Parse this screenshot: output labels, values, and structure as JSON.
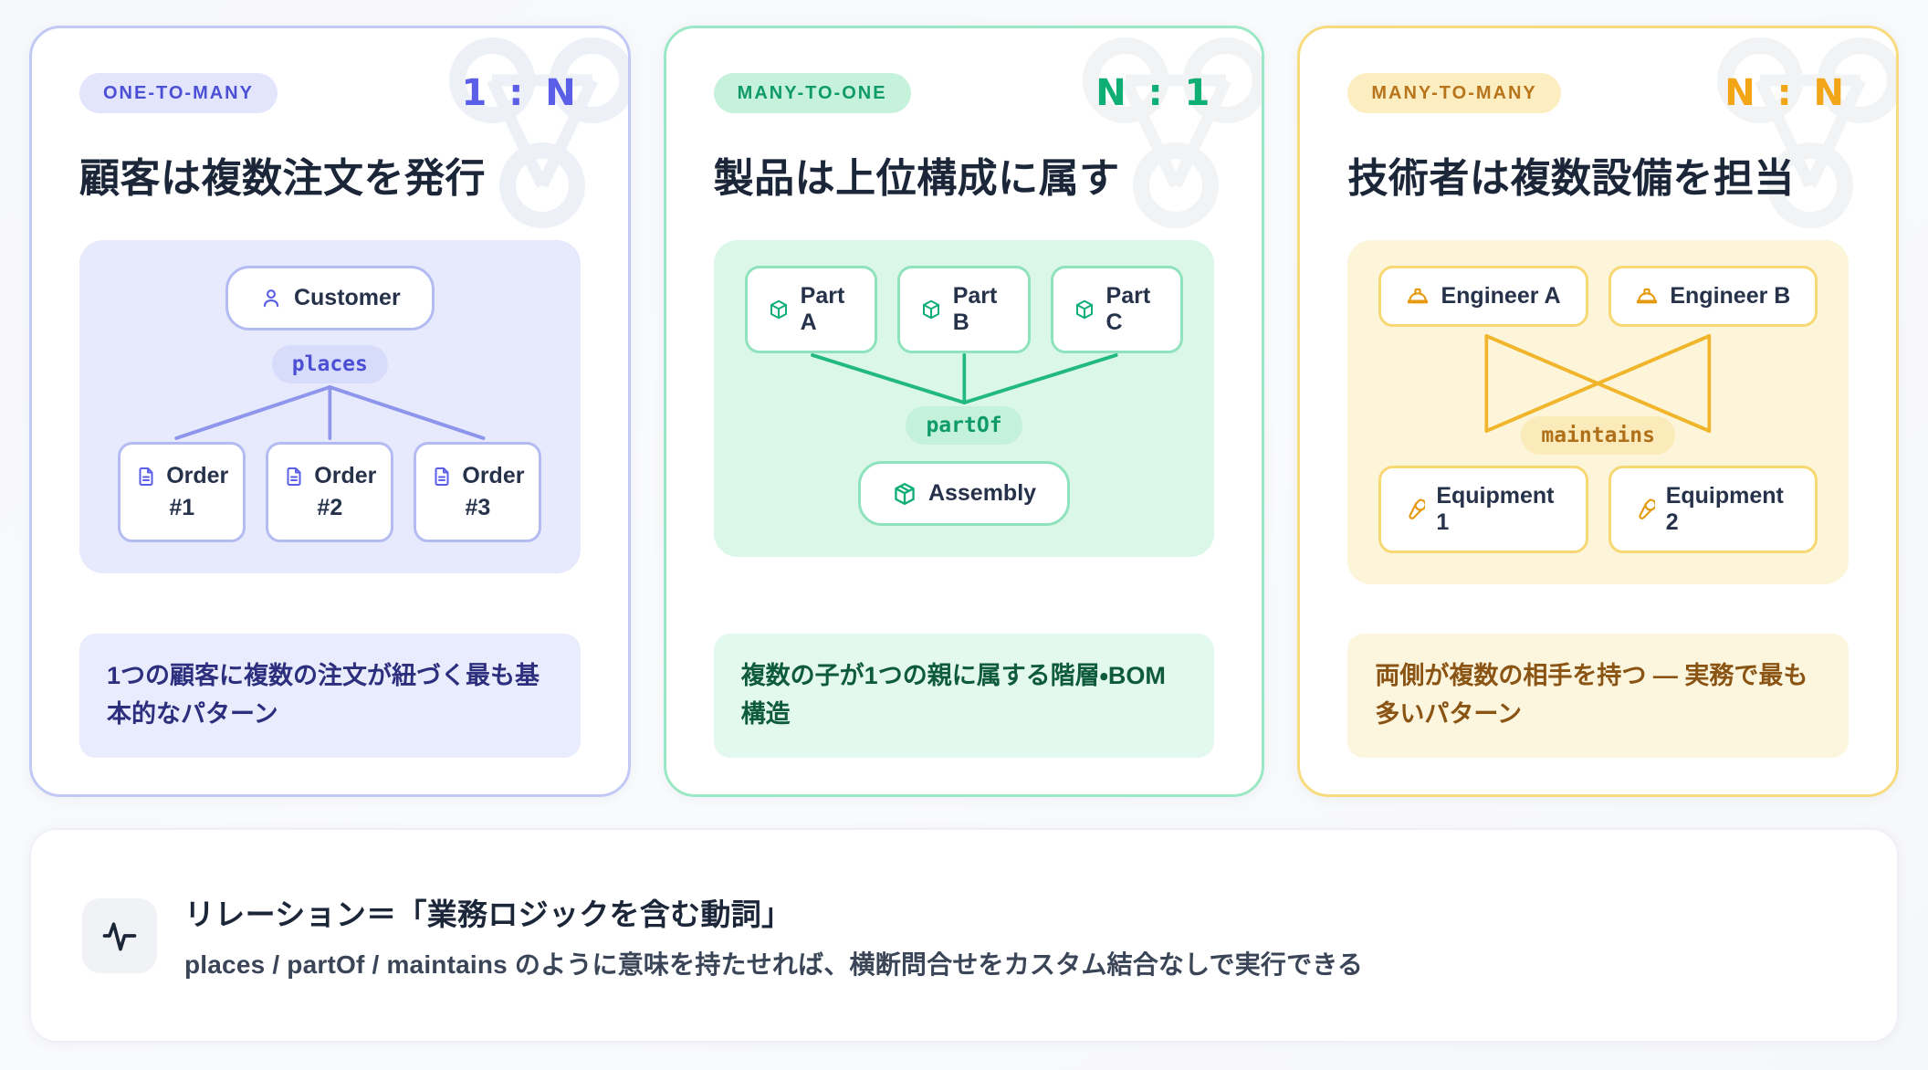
{
  "cards": [
    {
      "badge": "ONE-TO-MANY",
      "ratio": "1 : N",
      "title": "顧客は複数注文を発行",
      "relation": "places",
      "parent": "Customer",
      "parent_icon": "user-icon",
      "children": [
        {
          "label": "Order",
          "sub": "#1",
          "icon": "document-icon"
        },
        {
          "label": "Order",
          "sub": "#2",
          "icon": "document-icon"
        },
        {
          "label": "Order",
          "sub": "#3",
          "icon": "document-icon"
        }
      ],
      "note": "1つの顧客に複数の注文が紐づく最も基本的なパターン",
      "accent": "#5b5fe8",
      "border": "#c3c9f5",
      "panel": "#e7eafc"
    },
    {
      "badge": "MANY-TO-ONE",
      "ratio": "N : 1",
      "title": "製品は上位構成に属す",
      "relation": "partOf",
      "parent": "Assembly",
      "parent_icon": "package-icon",
      "children": [
        {
          "label": "Part A",
          "icon": "cube-icon"
        },
        {
          "label": "Part B",
          "icon": "cube-icon"
        },
        {
          "label": "Part C",
          "icon": "cube-icon"
        }
      ],
      "note": "複数の子が1つの親に属する階層・BOM構造",
      "accent": "#0fae74",
      "border": "#9ae8c5",
      "panel": "#daf7e8"
    },
    {
      "badge": "MANY-TO-MANY",
      "ratio": "N : N",
      "title": "技術者は複数設備を担当",
      "relation": "maintains",
      "top_nodes": [
        {
          "label": "Engineer A",
          "icon": "hardhat-icon"
        },
        {
          "label": "Engineer B",
          "icon": "hardhat-icon"
        }
      ],
      "bottom_nodes": [
        {
          "label": "Equipment 1",
          "icon": "wrench-icon"
        },
        {
          "label": "Equipment 2",
          "icon": "wrench-icon"
        }
      ],
      "note": "両側が複数の相手を持つ ― 実務で最も多いパターン",
      "accent": "#f2a516",
      "border": "#f8db7e",
      "panel": "#fdf5d9"
    }
  ],
  "summary": {
    "icon": "activity-pulse-icon",
    "title": "リレーション＝「業務ロジックを含む動詞」",
    "subtitle": "places / partOf / maintains のように意味を持たせれば、横断問合せをカスタム結合なしで実行できる"
  }
}
